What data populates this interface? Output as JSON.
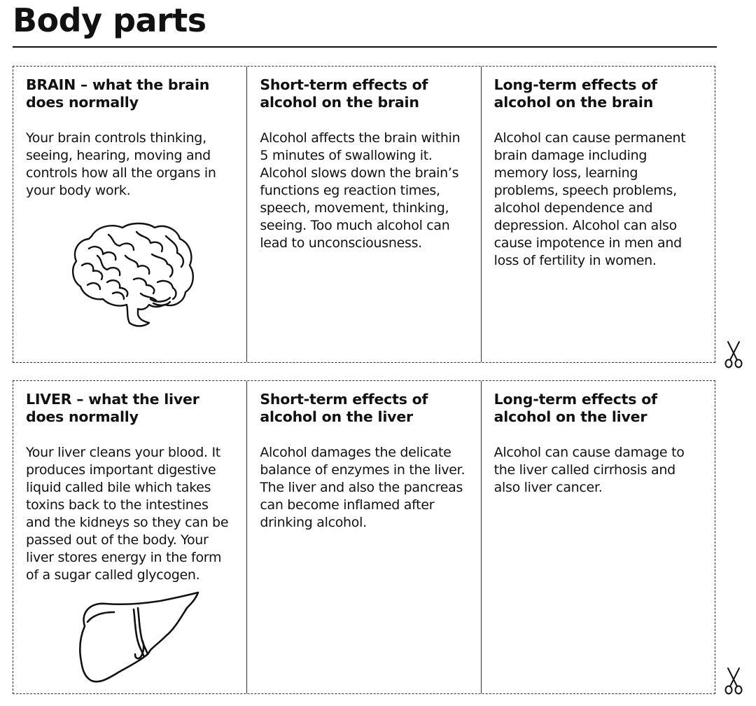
{
  "page": {
    "title": "Body parts"
  },
  "rows": [
    {
      "organ": "brain",
      "cards": [
        {
          "heading": "BRAIN – what the brain does normally",
          "text": "Your brain controls  thinking, seeing, hearing, moving and controls how all the organs in your body work.",
          "illustration": "brain-icon"
        },
        {
          "heading": "Short-term effects of alcohol on the brain",
          "text": "Alcohol affects the brain within 5 minutes of swallowing it. Alcohol slows down the brain’s functions eg reaction times, speech, movement, thinking, seeing. Too much alcohol can lead to unconsciousness."
        },
        {
          "heading": "Long-term effects of alcohol on the brain",
          "text": "Alcohol can cause permanent brain damage including memory loss, learning problems, speech problems, alcohol dependence and depression. Alcohol can also cause impotence in men and loss of fertility in women."
        }
      ]
    },
    {
      "organ": "liver",
      "cards": [
        {
          "heading": "LIVER – what the liver does normally",
          "text": "Your liver cleans your blood. It produces important digestive liquid called bile which takes toxins back to the intestines and the kidneys so they can be passed out of the body. Your liver stores energy in the form of a sugar called glycogen.",
          "illustration": "liver-icon"
        },
        {
          "heading": "Short-term effects of alcohol on the liver",
          "text": "Alcohol damages the delicate balance of enzymes in the liver. The liver and also the pancreas can become inflamed after drinking alcohol."
        },
        {
          "heading": "Long-term effects of alcohol on the liver",
          "text": "Alcohol can cause damage to the liver called cirrhosis and also liver cancer."
        }
      ]
    }
  ],
  "icons": {
    "cut_marker": "scissors-icon"
  }
}
